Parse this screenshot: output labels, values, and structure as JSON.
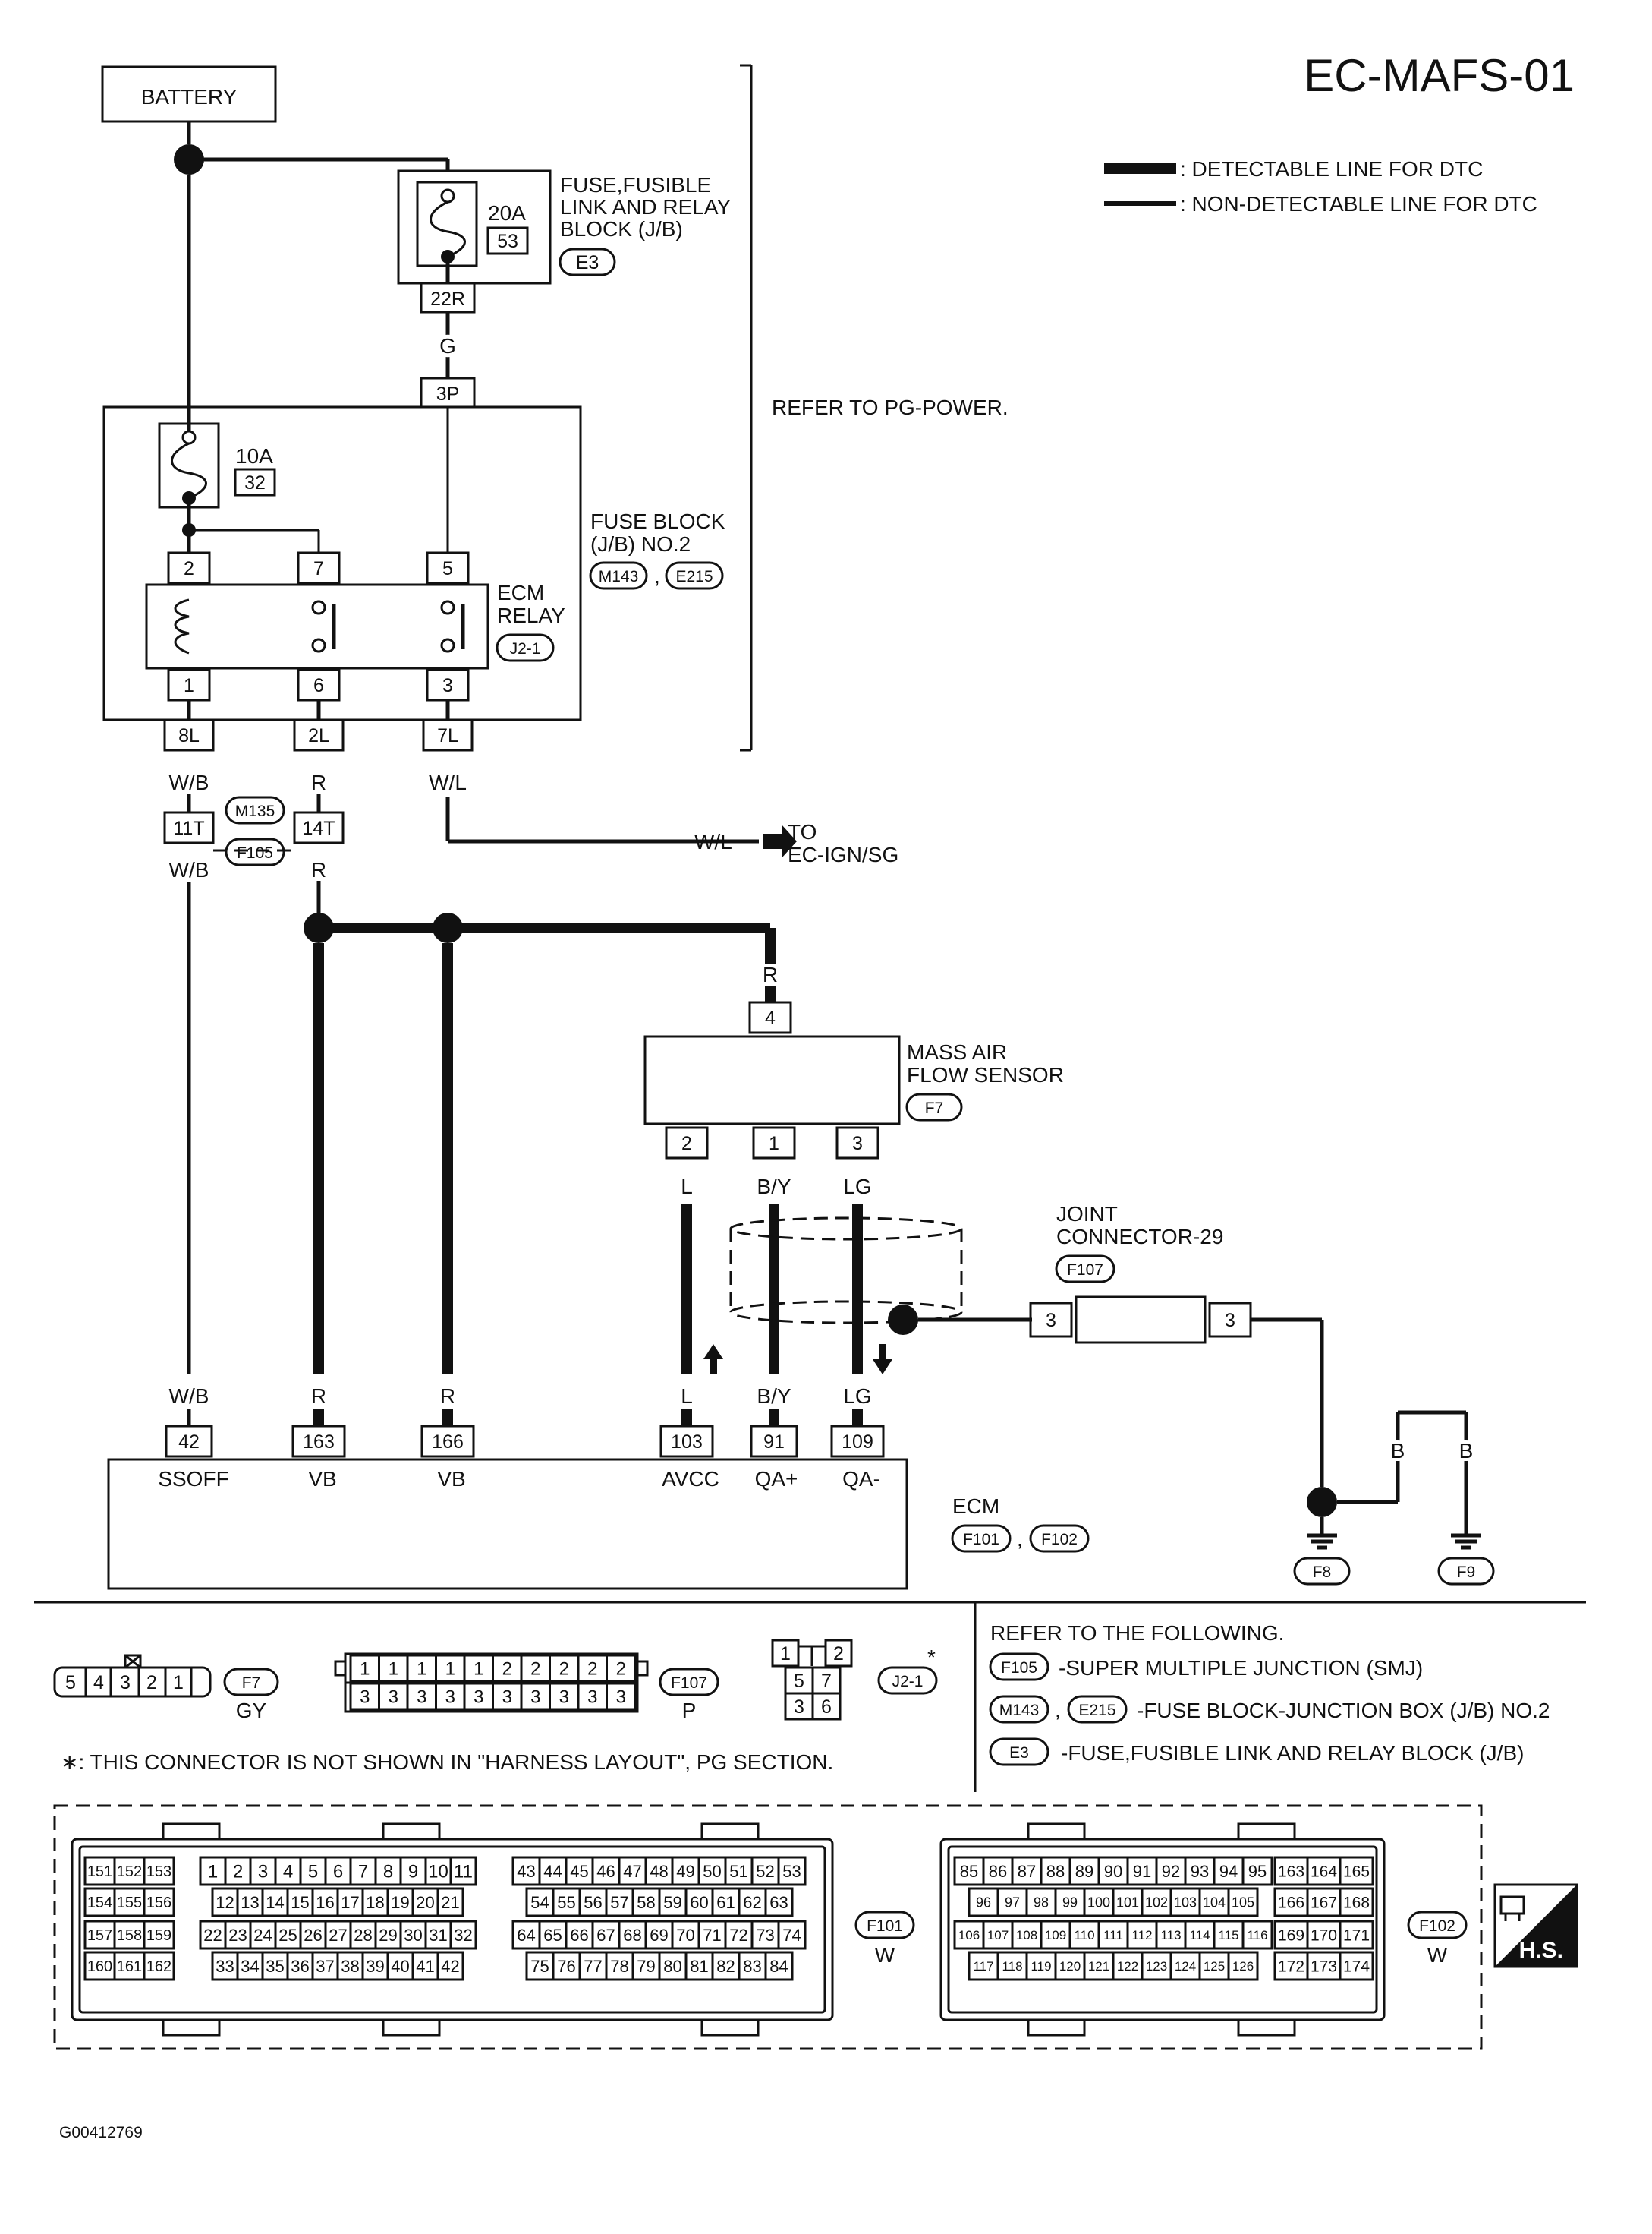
{
  "title": "EC-MAFS-01",
  "legend": {
    "detectable": ": DETECTABLE LINE FOR DTC",
    "non_detectable": ": NON-DETECTABLE LINE FOR DTC"
  },
  "battery": "BATTERY",
  "refer_pg_power": "REFER TO PG-POWER.",
  "fuse_fusible": {
    "line1": "FUSE,FUSIBLE",
    "line2": "LINK AND RELAY",
    "line3": "BLOCK (J/B)",
    "amp": "20A",
    "num": "53",
    "conn": "E3",
    "pin": "22R"
  },
  "wire_g": "G",
  "pin_3p": "3P",
  "fuse_block2": {
    "line1": "FUSE BLOCK",
    "line2": "(J/B) NO.2",
    "conn1": "M143",
    "comma": ",",
    "conn2": "E215",
    "fuse_amp": "10A",
    "fuse_num": "32"
  },
  "ecm_relay": {
    "line1": "ECM",
    "line2": "RELAY",
    "conn": "J2-1",
    "pins_top": [
      "2",
      "7",
      "5"
    ],
    "pins_bottom": [
      "1",
      "6",
      "3"
    ]
  },
  "jb_out": [
    "8L",
    "2L",
    "7L"
  ],
  "wire_wb": "W/B",
  "wire_r": "R",
  "wire_wl": "W/L",
  "smj": {
    "pin1": "11T",
    "pin2": "14T",
    "conn1": "M135",
    "conn2": "F105"
  },
  "to_ign": {
    "wire": "W/L",
    "line1": "TO",
    "line2": "EC-IGN/SG"
  },
  "maf": {
    "line1": "MASS AIR",
    "line2": "FLOW SENSOR",
    "conn": "F7",
    "pin_top": "4",
    "pins": [
      "2",
      "1",
      "3"
    ],
    "wires": [
      "L",
      "B/Y",
      "LG"
    ]
  },
  "joint": {
    "line1": "JOINT",
    "line2": "CONNECTOR-29",
    "conn": "F107",
    "pin_left": "3",
    "pin_right": "3"
  },
  "ecm": {
    "label": "ECM",
    "conn1": "F101",
    "comma": ",",
    "conn2": "F102",
    "pins": [
      "42",
      "163",
      "166",
      "103",
      "91",
      "109"
    ],
    "names": [
      "SSOFF",
      "VB",
      "VB",
      "AVCC",
      "QA+",
      "QA-"
    ],
    "wires": [
      "W/B",
      "R",
      "R",
      "L",
      "B/Y",
      "LG"
    ]
  },
  "grounds": {
    "wire_b": "B",
    "g1": "F8",
    "g2": "F9"
  },
  "f7_conn": {
    "pins": [
      "5",
      "4",
      "3",
      "2",
      "1"
    ],
    "id": "F7",
    "color": "GY"
  },
  "f107_conn": {
    "top": [
      "1",
      "1",
      "1",
      "1",
      "1",
      "2",
      "2",
      "2",
      "2",
      "2"
    ],
    "bottom": [
      "3",
      "3",
      "3",
      "3",
      "3",
      "3",
      "3",
      "3",
      "3",
      "3"
    ],
    "id": "F107",
    "color": "P"
  },
  "j21_conn": {
    "pins": [
      "1",
      "2",
      "5",
      "7",
      "3",
      "6"
    ],
    "id": "J2-1",
    "star": "*"
  },
  "refer": {
    "head": "REFER TO THE FOLLOWING.",
    "r1_conn": "F105",
    "r1_text": "-SUPER MULTIPLE JUNCTION (SMJ)",
    "r2_conn1": "M143",
    "r2_comma": ",",
    "r2_conn2": "E215",
    "r2_text": "-FUSE BLOCK-JUNCTION BOX (J/B) NO.2",
    "r3_conn": "E3",
    "r3_text": "-FUSE,FUSIBLE LINK AND RELAY BLOCK (J/B)"
  },
  "footnote": "∗: THIS CONNECTOR IS NOT SHOWN IN \"HARNESS LAYOUT\", PG SECTION.",
  "f101_conn": {
    "id": "F101",
    "color": "W"
  },
  "f102_conn": {
    "id": "F102",
    "color": "W"
  },
  "hs_badge": "H.S.",
  "code": "G00412769"
}
